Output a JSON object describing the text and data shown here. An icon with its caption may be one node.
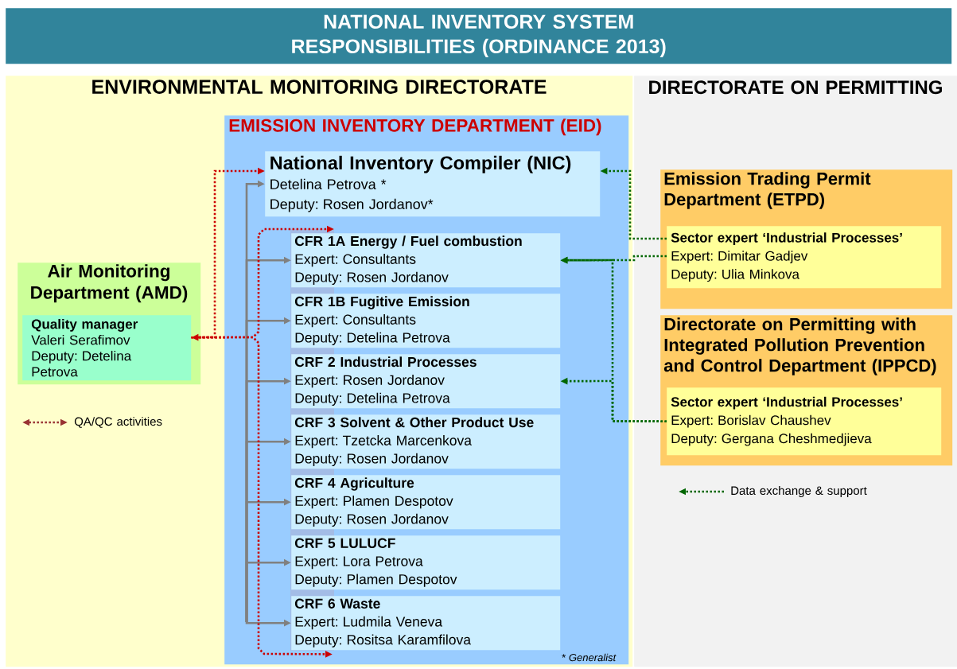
{
  "diagram": {
    "title": "NATIONAL INVENTORY SYSTEM RESPONSIBILITIES (ORDINANCE 2013)",
    "nodes": [
      {
        "text": [
          "ENVIRONMENTAL MONITORING DIRECTORATE"
        ]
      },
      {
        "text": [
          "EMISSION INVENTORY DEPARTMENT (EID)",
          "* Generalist"
        ],
        "in": 0
      },
      {
        "text": [
          "National Inventory Compiler (NIC)",
          "Detelina Petrova *",
          "Deputy: Rosen Jordanov*"
        ],
        "in": 1
      },
      {
        "text": [
          "CFR 1A Energy / Fuel combustion",
          "Expert: Consultants",
          "Deputy: Rosen Jordanov"
        ],
        "in": 1
      },
      {
        "text": [
          "CFR 1B Fugitive Emission",
          "Expert: Consultants",
          "Deputy: Detelina Petrova"
        ],
        "in": 1
      },
      {
        "text": [
          "CRF 2 Industrial Processes",
          "Expert: Rosen Jordanov",
          "Deputy: Detelina Petrova"
        ],
        "in": 1
      },
      {
        "text": [
          "CRF 3 Solvent & Other Product Use",
          "Expert: Tzetcka Marcenkova",
          "Deputy: Rosen Jordanov"
        ],
        "in": 1
      },
      {
        "text": [
          "CRF 4 Agriculture",
          "Expert: Plamen Despotov",
          "Deputy: Rosen Jordanov"
        ],
        "in": 1
      },
      {
        "text": [
          "CRF 5 LULUCF",
          "Expert: Lora Petrova",
          "Deputy: Plamen Despotov"
        ],
        "in": 1
      },
      {
        "text": [
          "CRF 6 Waste",
          "Expert: Ludmila Veneva",
          "Deputy: Rositsa Karamfilova"
        ],
        "in": 1
      },
      {
        "text": [
          "Air Monitoring Department (AMD)"
        ],
        "in": 0
      },
      {
        "text": [
          "Quality manager",
          "Valeri Serafimov",
          "Deputy: Detelina Petrova"
        ],
        "in": 10
      },
      {
        "text": [
          "DIRECTORATE ON PERMITTING"
        ]
      },
      {
        "text": [
          "Emission Trading Permit Department (ETPD)"
        ],
        "in": 12
      },
      {
        "text": [
          "Sector expert ‘Industrial Processes’",
          "Expert: Dimitar Gadjev",
          "Deputy: Ulia Minkova"
        ],
        "in": 13
      },
      {
        "text": [
          "Directorate on Permitting with Integrated Pollution Prevention and Control Department (IPPCD)"
        ],
        "in": 12
      },
      {
        "text": [
          "Sector expert ‘Industrial Processes’",
          "Expert: Borislav Chaushev",
          "Deputy: Gergana Cheshmedjieva"
        ],
        "in": 15
      }
    ],
    "edges": [
      {
        "from": null,
        "to": 2,
        "arrow": "to"
      },
      {
        "from": null,
        "to": 3,
        "arrow": "to"
      },
      {
        "from": null,
        "to": 4,
        "arrow": "to"
      },
      {
        "from": null,
        "to": 5,
        "arrow": "to"
      },
      {
        "from": null,
        "to": 6,
        "arrow": "to"
      },
      {
        "from": null,
        "to": 7,
        "arrow": "to"
      },
      {
        "from": null,
        "to": 8,
        "arrow": "to"
      },
      {
        "from": null,
        "to": 9,
        "arrow": "to"
      },
      {
        "from": 11,
        "to": 2,
        "arrow": "both",
        "style": "dashed",
        "color": "#cc0000"
      },
      {
        "from": 11,
        "to": 3,
        "arrow": "to",
        "style": "dashed",
        "color": "#cc0000"
      },
      {
        "from": 11,
        "to": 9,
        "arrow": "to",
        "style": "dashed",
        "color": "#cc0000"
      },
      {
        "from": 14,
        "to": 2,
        "arrow": "to",
        "style": "dashed",
        "color": "#006600"
      },
      {
        "from": 14,
        "to": 3,
        "arrow": "to",
        "style": "dashed",
        "color": "#006600"
      },
      {
        "from": 16,
        "to": 3,
        "arrow": "to",
        "style": "dashed",
        "color": "#006600"
      },
      {
        "from": 16,
        "to": 5,
        "arrow": "to",
        "style": "dashed",
        "color": "#006600"
      }
    ],
    "legend": [
      {
        "text": "QA/QC activities"
      },
      {
        "text": "Data exchange & support"
      }
    ]
  }
}
